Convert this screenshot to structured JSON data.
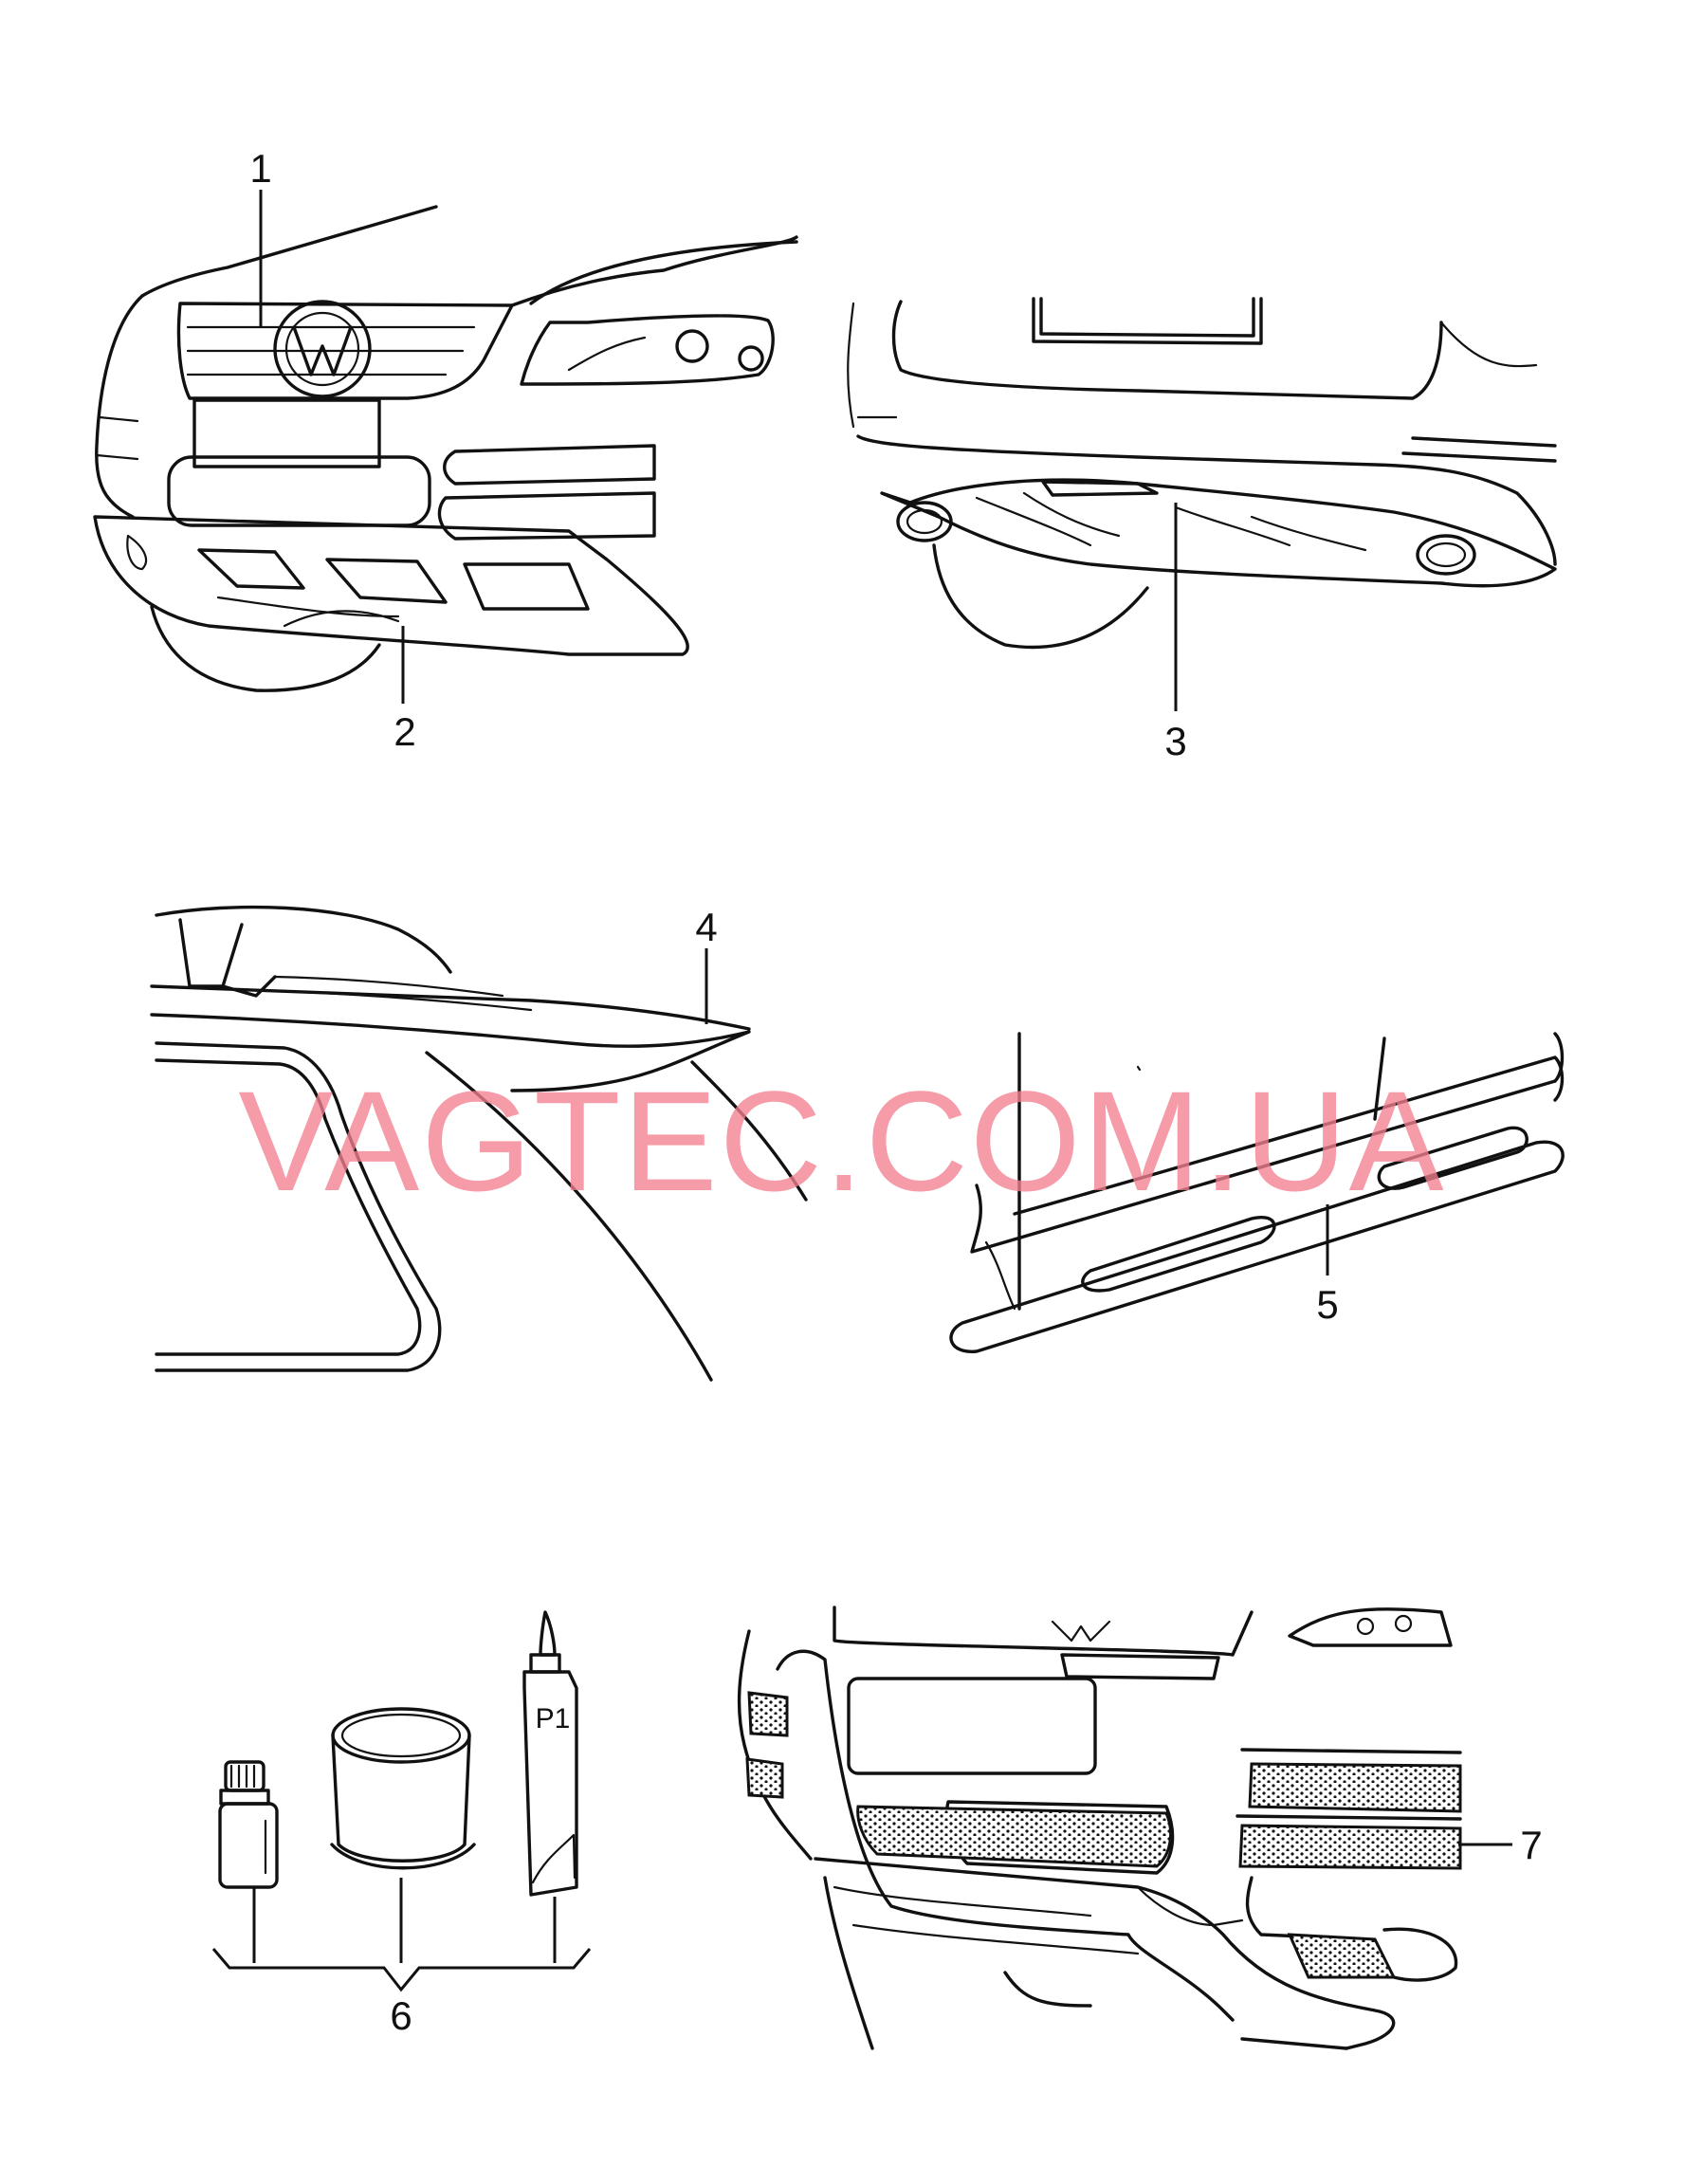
{
  "callouts": [
    "1",
    "2",
    "3",
    "4",
    "5",
    "6",
    "7"
  ],
  "tube_label": "P1",
  "watermark": "VAGTEC.COM.UA",
  "colors": {
    "line": "#111111",
    "watermark": "#f48090",
    "background": "#ffffff"
  }
}
